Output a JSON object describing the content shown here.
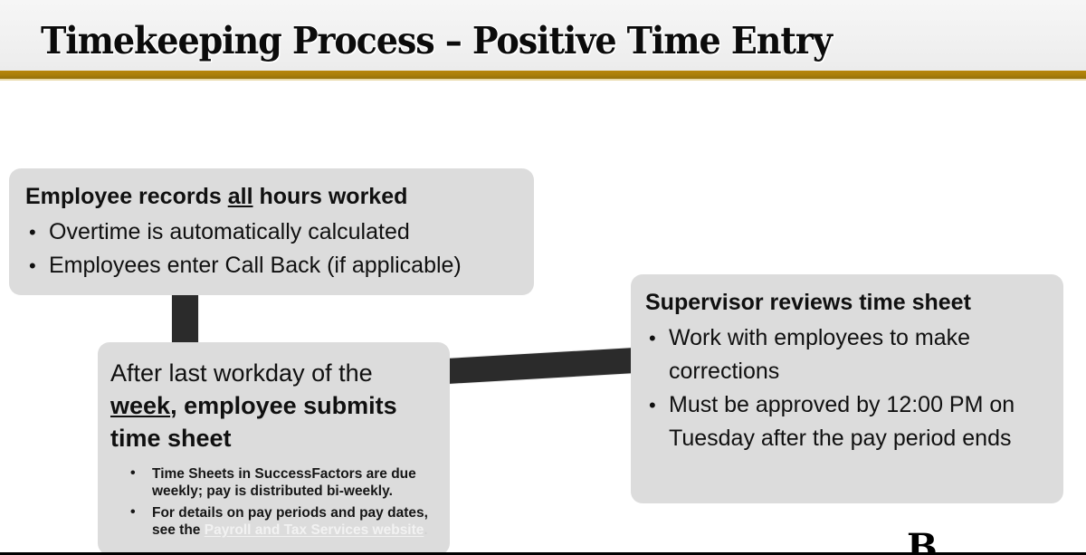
{
  "slide": {
    "title": "Timekeeping Process – Positive Time Entry",
    "accent_color": "#b8860b",
    "box_fill_color": "#dcdcdc",
    "connector_color": "#2b2b2b"
  },
  "boxes": {
    "employee": {
      "heading": "Employee records all hours worked",
      "heading_plain_pre": "Employee records ",
      "heading_underlined": "all",
      "heading_plain_post": " hours worked",
      "bullets": [
        "Overtime is automatically calculated",
        "Employees enter Call Back (if applicable)"
      ]
    },
    "submits": {
      "heading_regular": "After last workday of the ",
      "heading_underlined": "week",
      "heading_bold": ", employee submits time sheet",
      "sub_bullets": [
        {
          "text_before": "Time Sheets in SuccessFactors are due weekly; pay is distributed bi-weekly.",
          "link_text": "",
          "text_after": ""
        },
        {
          "text_before": "For details on pay periods and pay dates, see the ",
          "link_text": "Payroll and Tax Services website",
          "text_after": "."
        }
      ]
    },
    "supervisor": {
      "heading": "Supervisor reviews time sheet",
      "bullets": [
        "Work with employees to make corrections",
        "Must be approved by 12:00 PM on Tuesday after the pay period ends"
      ]
    }
  },
  "footer": {
    "partial_glyph": "B"
  }
}
